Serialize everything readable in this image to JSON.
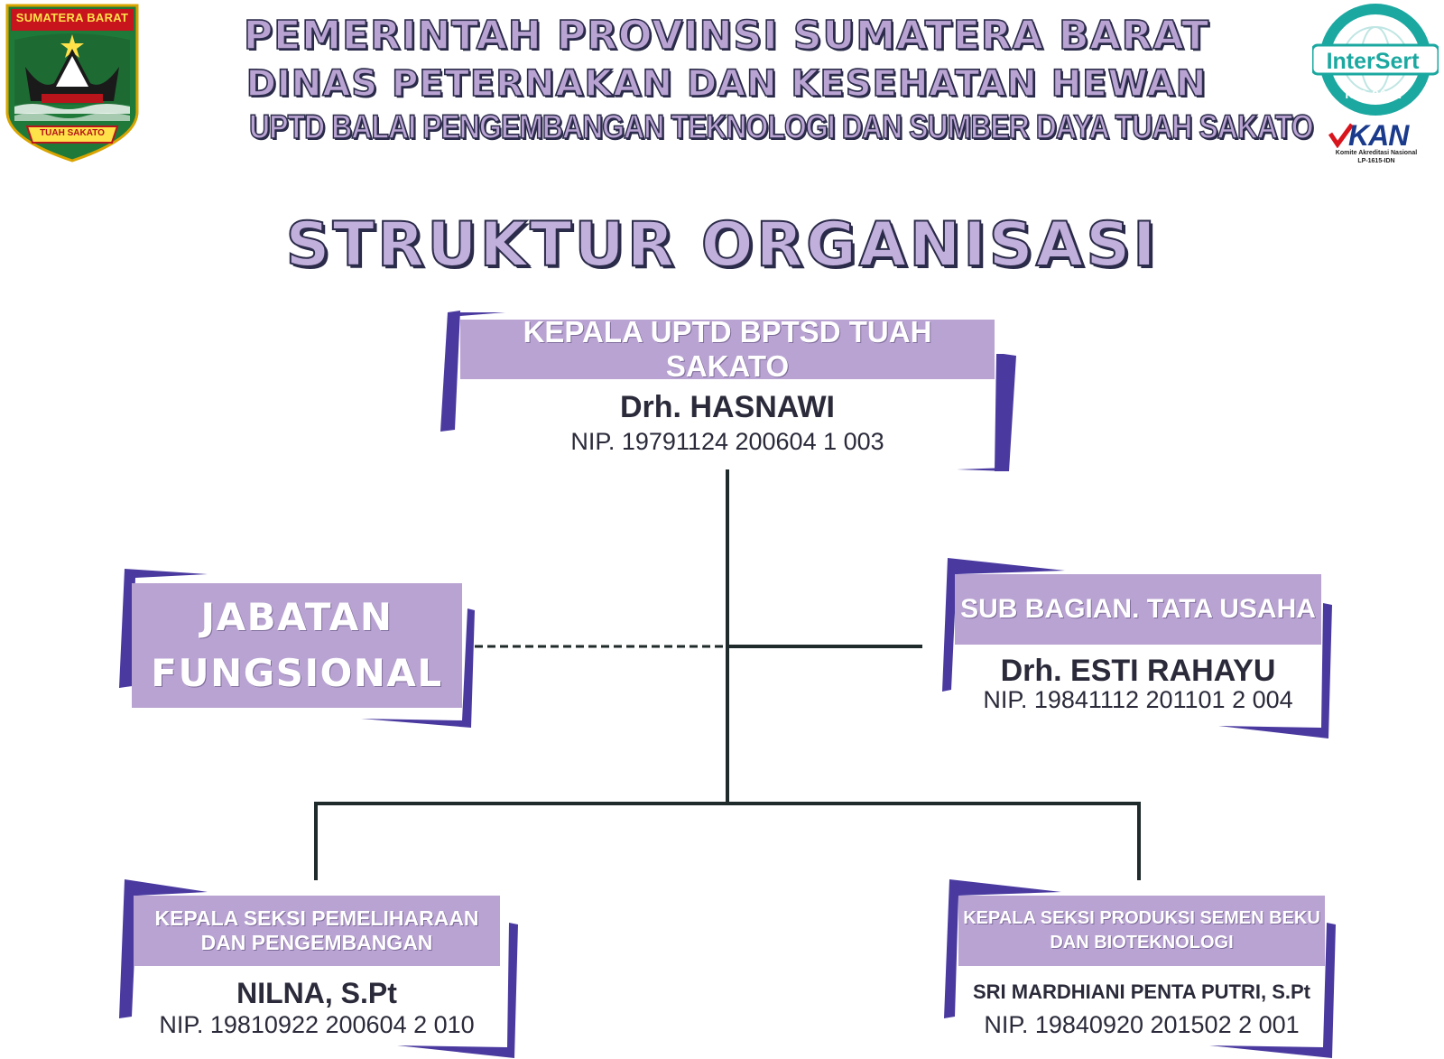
{
  "header": {
    "line1": "PEMERINTAH PROVINSI SUMATERA BARAT",
    "line2": "DINAS PETERNAKAN DAN KESEHATAN HEWAN",
    "line3": "UPTD BALAI PENGEMBANGAN TEKNOLOGI DAN SUMBER DAYA TUAH SAKATO",
    "title": "STRUKTUR ORGANISASI"
  },
  "logos": {
    "left_banner": "SUMATERA BARAT",
    "left_motto": "TUAH SAKATO",
    "right_intersert": "InterSert",
    "right_iso": "ISO 9001",
    "right_kan": "KAN",
    "right_kan_sub1": "Komite Akreditasi Nasional",
    "right_kan_sub2": "LP-1615-IDN"
  },
  "chart": {
    "head": {
      "title": "KEPALA UPTD BPTSD TUAH SAKATO",
      "name": "Drh. HASNAWI",
      "nip": "NIP. 19791124 200604 1 003"
    },
    "functional": {
      "line1": "JABATAN",
      "line2": "FUNGSIONAL"
    },
    "admin": {
      "title": "SUB BAGIAN. TATA USAHA",
      "name": "Drh. ESTI RAHAYU",
      "nip": "NIP. 19841112 201101 2 004"
    },
    "section_left": {
      "title_line1": "KEPALA SEKSI PEMELIHARAAN",
      "title_line2": "DAN PENGEMBANGAN",
      "name": "NILNA, S.Pt",
      "nip": "NIP. 19810922 200604 2 010"
    },
    "section_right": {
      "title_line1": "KEPALA SEKSI PRODUKSI SEMEN BEKU",
      "title_line2": "DAN BIOTEKNOLOGI",
      "name": "SRI MARDHIANI PENTA PUTRI, S.Pt",
      "nip": "NIP. 19840920 201502 2 001"
    }
  },
  "colors": {
    "accent": "#b9a3d2",
    "frame": "#4a3aa0",
    "line": "#1f2a2a",
    "text": "#2a2a3a"
  }
}
